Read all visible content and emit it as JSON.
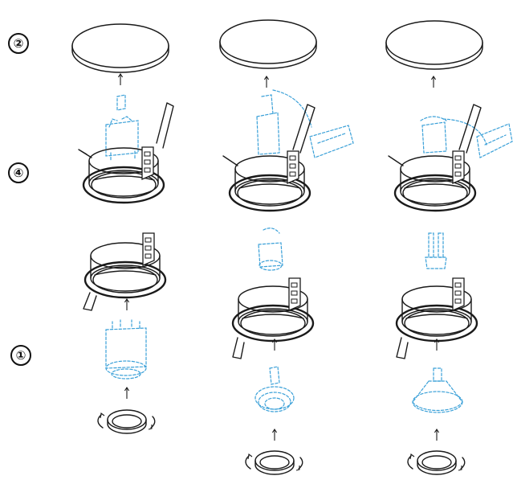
{
  "step_markers": [
    "②",
    "④",
    "①"
  ],
  "colors": {
    "line": "#1a1a1a",
    "dashed_component": "#3aa0d8",
    "background": "#ffffff"
  },
  "icons": [
    "cover-plate",
    "recessed-downlight-housing",
    "light-module",
    "trim-ring",
    "up-arrow",
    "rotate-arrow"
  ]
}
